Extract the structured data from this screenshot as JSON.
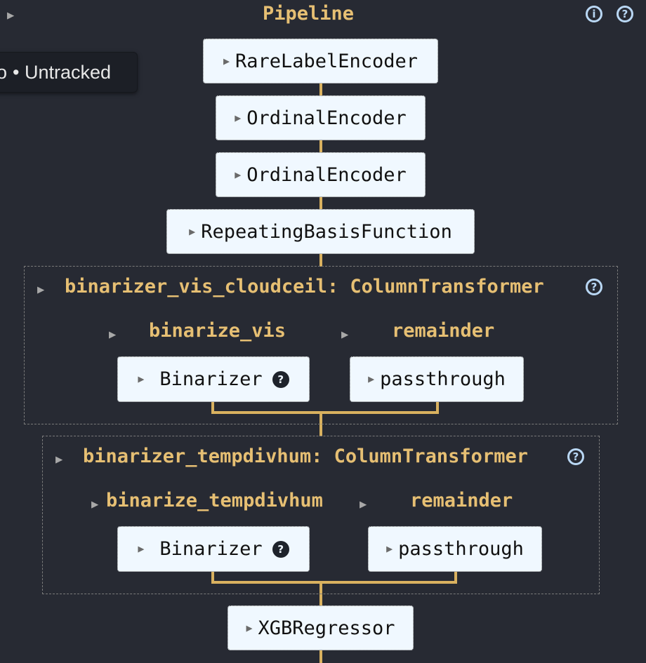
{
  "pipeline": {
    "title": "Pipeline",
    "expand_glyph": "▶",
    "info_icon_glyph": "i",
    "help_icon_glyph": "?",
    "tooltip_text": "• Untracked",
    "tooltip_prefix_glyph": "o"
  },
  "steps": {
    "rare_label_encoder": "RareLabelEncoder",
    "ordinal_encoder_1": "OrdinalEncoder",
    "ordinal_encoder_2": "OrdinalEncoder",
    "repeating_basis_function": "RepeatingBasisFunction",
    "xgb_regressor": "XGBRegressor"
  },
  "column_transformer_1": {
    "title": "binarizer_vis_cloudceil: ColumnTransformer",
    "branch_left_label": "binarize_vis",
    "branch_right_label": "remainder",
    "left_estimator": "Binarizer",
    "right_estimator": "passthrough"
  },
  "column_transformer_2": {
    "title": "binarizer_tempdivhum: ColumnTransformer",
    "branch_left_label": "binarize_tempdivhum",
    "branch_right_label": "remainder",
    "left_estimator": "Binarizer",
    "right_estimator": "passthrough"
  },
  "colors": {
    "background": "#272a33",
    "accent_gold": "#e6bf73",
    "connector": "#d9b15f",
    "box_fill": "#f0f8ff",
    "help_icon": "#b9d7f4"
  }
}
